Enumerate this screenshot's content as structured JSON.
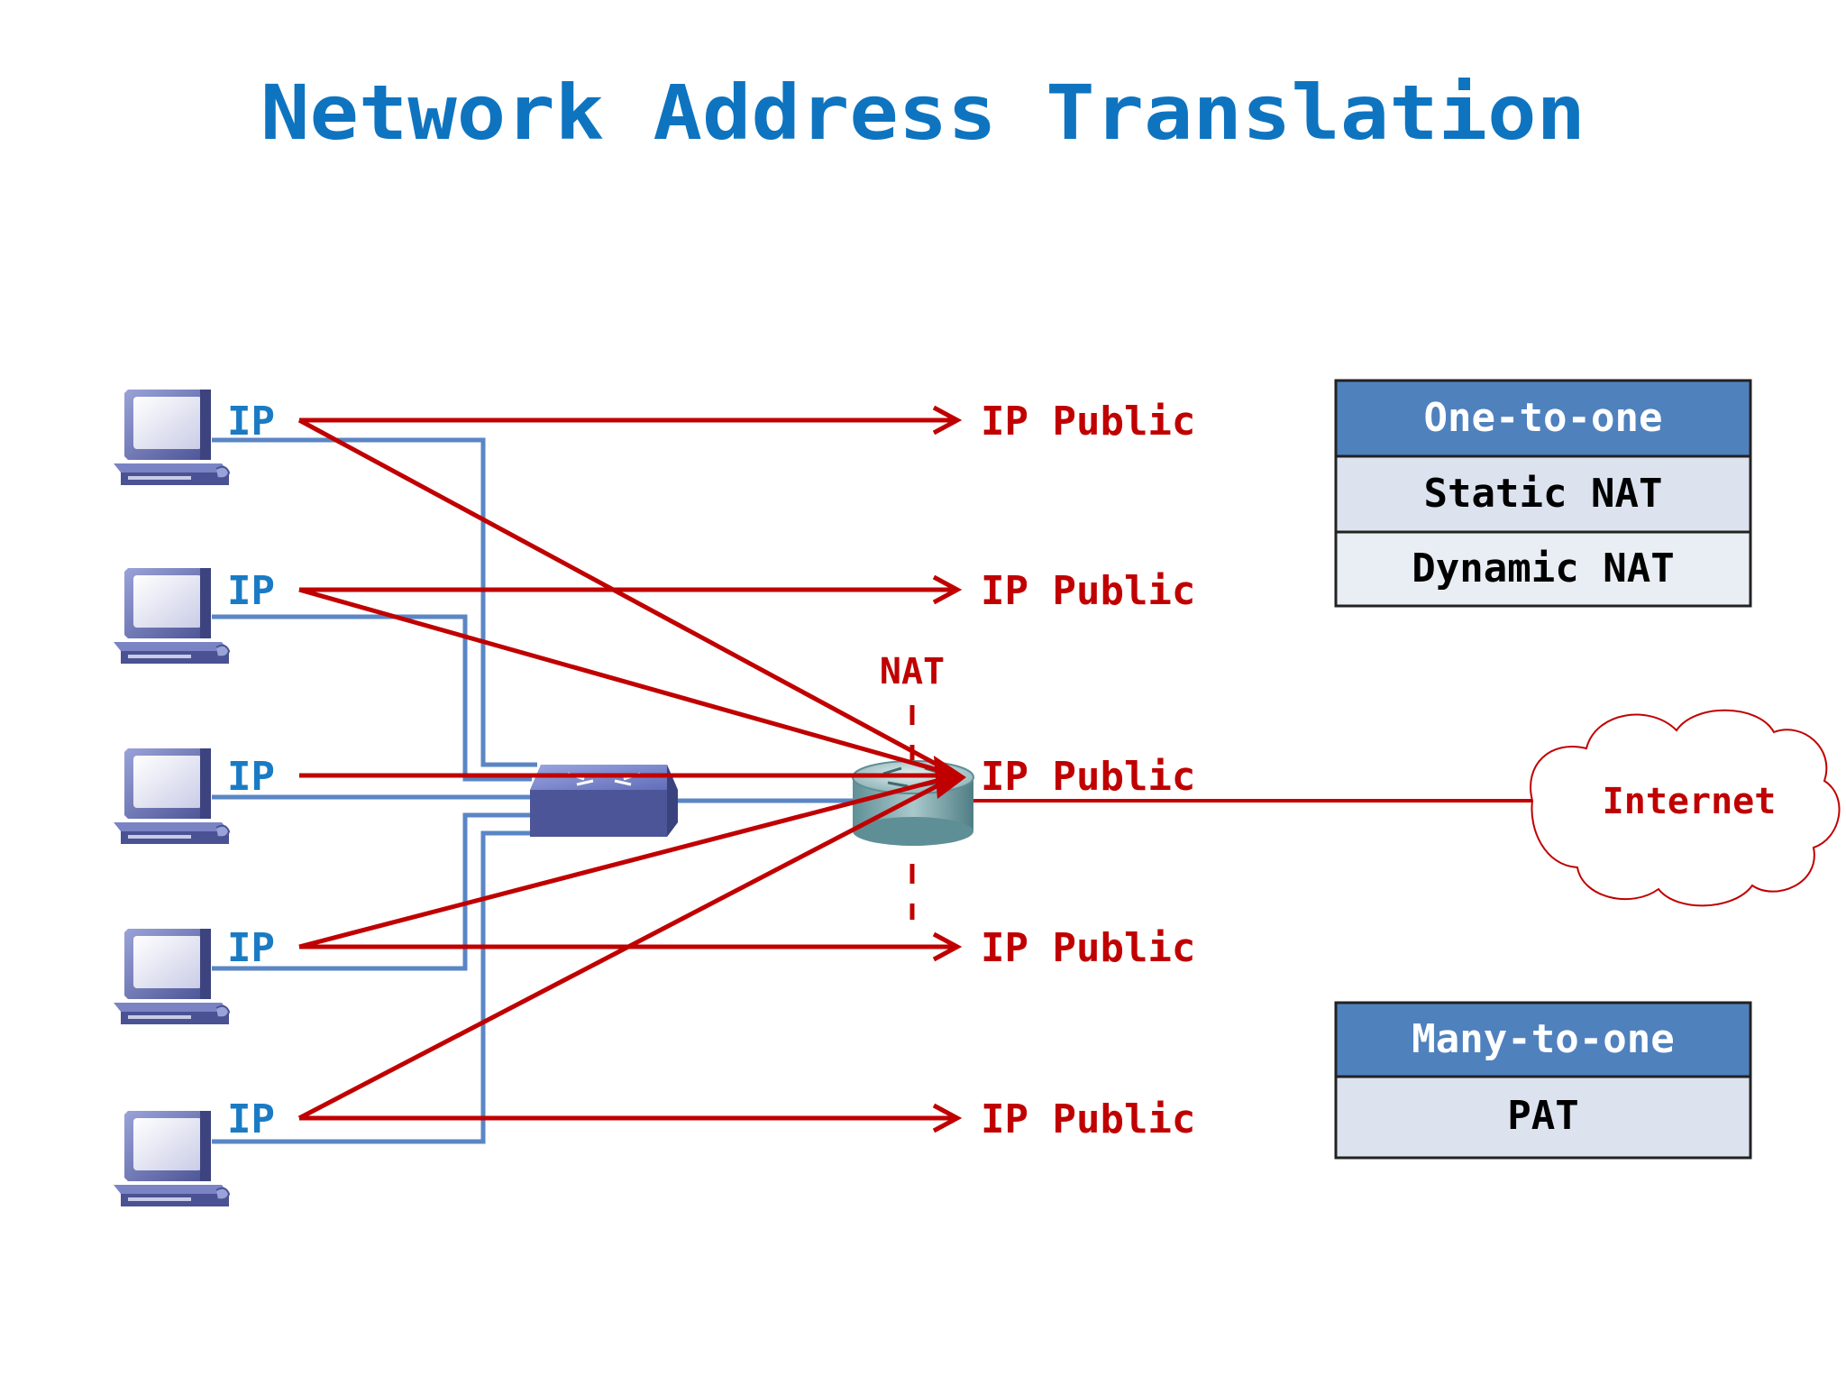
{
  "title": "Network Address Translation",
  "hosts": [
    {
      "label": "IP",
      "public_label": "IP Public"
    },
    {
      "label": "IP",
      "public_label": "IP Public"
    },
    {
      "label": "IP",
      "public_label": "IP Public"
    },
    {
      "label": "IP",
      "public_label": "IP Public"
    },
    {
      "label": "IP",
      "public_label": "IP Public"
    }
  ],
  "nat_label": "NAT",
  "internet_label": "Internet",
  "one_to_one": {
    "header": "One-to-one",
    "rows": [
      "Static NAT",
      "Dynamic NAT"
    ]
  },
  "many_to_one": {
    "header": "Many-to-one",
    "rows": [
      "PAT"
    ]
  },
  "colors": {
    "title": "#0e74c0",
    "arrow": "#c00000",
    "wire": "#5a86c4",
    "box_header": "#4f81bd",
    "box_row": "#dce3ef"
  }
}
